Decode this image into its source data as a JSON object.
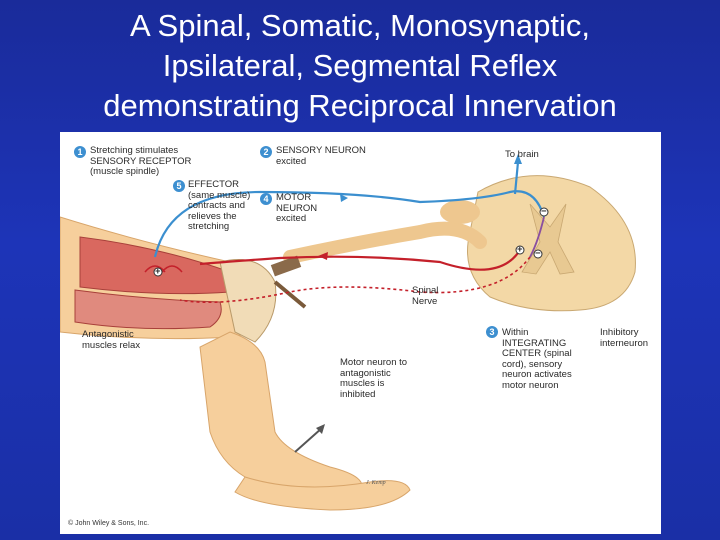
{
  "title": {
    "line1": "A Spinal, Somatic, Monosynaptic,",
    "line2": "Ipsilateral, Segmental Reflex",
    "line3": "demonstrating Reciprocal Innervation"
  },
  "steps": [
    {
      "num": "1",
      "text": "Stretching stimulates\nSENSORY RECEPTOR\n(muscle spindle)"
    },
    {
      "num": "2",
      "text": "SENSORY NEURON\nexcited"
    },
    {
      "num": "3",
      "text": "Within\nINTEGRATING\nCENTER (spinal\ncord), sensory\nneuron activates\nmotor neuron"
    },
    {
      "num": "4",
      "text": "MOTOR\nNEURON\nexcited"
    },
    {
      "num": "5",
      "text": "EFFECTOR\n(same muscle)\ncontracts and\nrelieves the\nstretching"
    }
  ],
  "labels": {
    "to_brain": "To brain",
    "spinal_nerve": "Spinal\nNerve",
    "inhibitory_interneuron": "Inhibitory\ninterneuron",
    "antagonistic_relax": "Antagonistic\nmuscles relax",
    "motor_inhibited": "Motor neuron to\nantagonistic\nmuscles is\ninhibited",
    "plus": "+",
    "minus": "−",
    "artist": "J. Kemp",
    "copyright": "© John Wiley & Sons, Inc."
  },
  "colors": {
    "background": "#1d34b8",
    "sensory_neuron": "#3b8fcf",
    "motor_neuron": "#c4202a",
    "skin": "#f6cf9c",
    "muscle": "#d9685f",
    "badge": "#3d8fd0"
  }
}
